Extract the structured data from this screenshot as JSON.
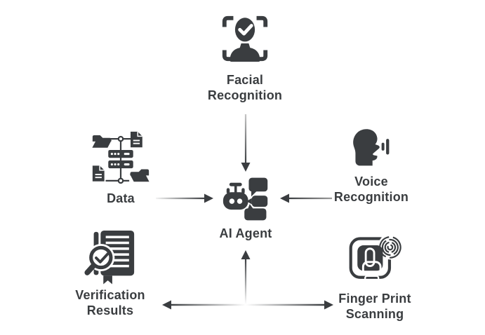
{
  "colors": {
    "ink": "#3a3d40",
    "background": "#ffffff"
  },
  "diagram": {
    "center": {
      "label": "AI Agent",
      "icon": "robot-chat-icon"
    },
    "nodes": {
      "facial": {
        "line1": "Facial",
        "line2": "Recognition",
        "icon": "facial-recognition-icon",
        "position": "top"
      },
      "data": {
        "line1": "Data",
        "icon": "data-network-icon",
        "position": "left"
      },
      "voice": {
        "line1": "Voice",
        "line2": "Recognition",
        "icon": "voice-recognition-icon",
        "position": "right"
      },
      "verification": {
        "line1": "Verification",
        "line2": "Results",
        "icon": "verification-results-icon",
        "position": "bottom-left"
      },
      "fingerprint": {
        "line1": "Finger Print",
        "line2": "Scanning",
        "icon": "fingerprint-scanning-icon",
        "position": "bottom-right"
      }
    },
    "connections": [
      {
        "from": "Facial Recognition",
        "to": "AI Agent",
        "style": "gradient-arrow-down"
      },
      {
        "from": "Data",
        "to": "AI Agent",
        "style": "gradient-arrow-right"
      },
      {
        "from": "Voice Recognition",
        "to": "AI Agent",
        "style": "gradient-arrow-left"
      },
      {
        "from": "bottom-junction",
        "to": "AI Agent",
        "style": "gradient-arrow-up"
      },
      {
        "from": "bottom-junction",
        "to": "Verification Results",
        "style": "gradient-arrow-left"
      },
      {
        "from": "bottom-junction",
        "to": "Finger Print Scanning",
        "style": "gradient-arrow-right"
      }
    ]
  }
}
